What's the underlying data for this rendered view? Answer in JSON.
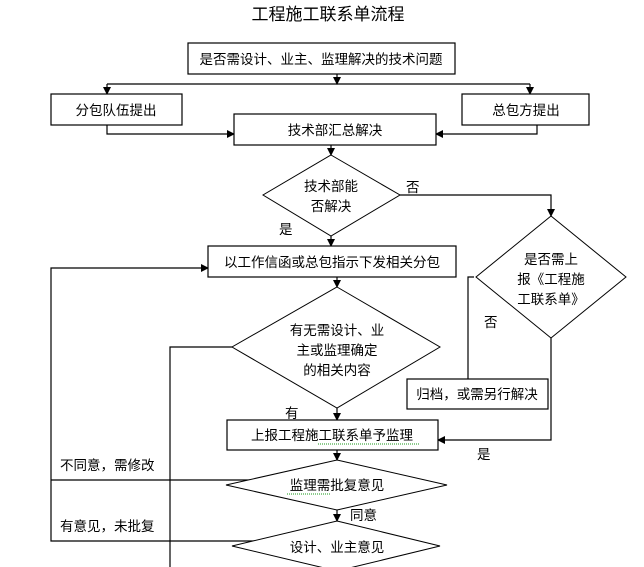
{
  "title": "工程施工联系单流程",
  "nodes": {
    "question": "是否需设计、业主、监理解决的技术问题",
    "subcontractor": "分包队伍提出",
    "general_contractor": "总包方提出",
    "tech_dept": "技术部汇总解决",
    "can_solve": [
      "技术部能",
      "否解决"
    ],
    "issue_instruction": "以工作信函或总包指示下发相关分包",
    "need_report": [
      "是否需上",
      "报《工程施",
      "工联系单》"
    ],
    "archive": "归档，或需另行解决",
    "needs_confirm": [
      "有无需设计、业",
      "主或监理确定",
      "的相关内容"
    ],
    "report_supervisor": "上报工程施工联系单予监理",
    "supervisor_reply": "监理需批复意见",
    "design_owner_opinion": "设计、业主意见"
  },
  "edge_labels": {
    "no_1": "否",
    "yes_1": "是",
    "no_2": "否",
    "yes_2": "是",
    "has": "有",
    "disagree": "不同意，需修改",
    "agree": "同意",
    "not_approved": "有意见，未批复"
  }
}
